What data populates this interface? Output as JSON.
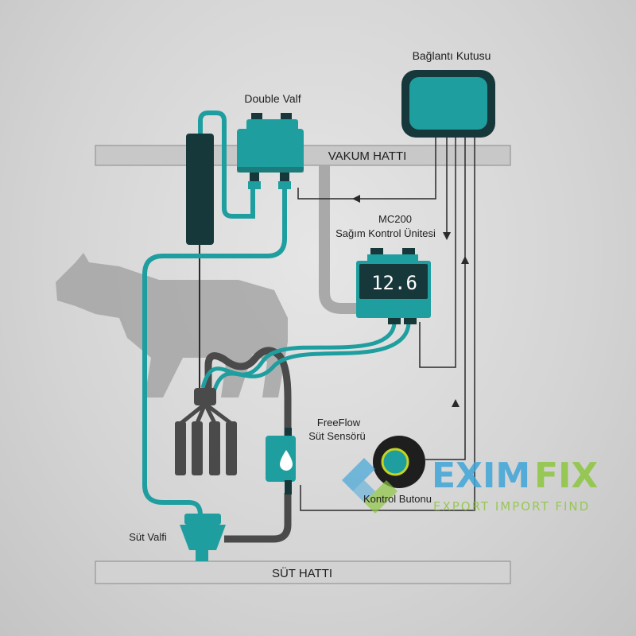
{
  "labels": {
    "junction_box": "Bağlantı Kutusu",
    "double_valve": "Double Valf",
    "vacuum_line": "VAKUM HATTI",
    "control_unit_model": "MC200",
    "control_unit_name": "Sağım Kontrol Ünitesi",
    "display_value": "12.6",
    "sensor_line1": "FreeFlow",
    "sensor_line2": "Süt Sensörü",
    "control_button": "Kontrol Butonu",
    "milk_valve": "Süt Valfi",
    "milk_line": "SÜT HATTI"
  },
  "watermark": {
    "brand_left": "EXIM",
    "brand_right": "FIX",
    "tagline": "EXPORT IMPORT FIND"
  },
  "colors": {
    "teal": "#1f9e9f",
    "dark_teal": "#17383a",
    "hose_gray": "#4a4a4a",
    "line_bar": "#c8c8c8",
    "cow": "#9a9a9a",
    "button_ring": "#c6d420",
    "watermark_blue": "#3fa5d8",
    "watermark_green": "#8dc63f"
  }
}
